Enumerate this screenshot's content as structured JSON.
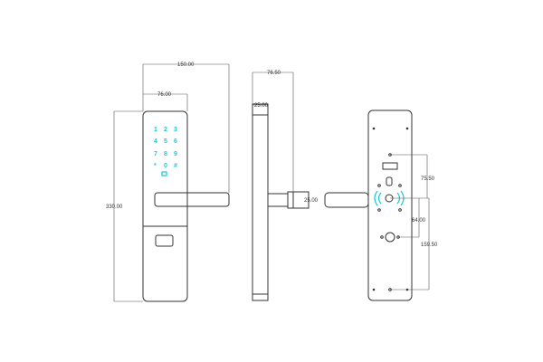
{
  "views": {
    "front": {
      "dimensions": {
        "overall_width": "150.00",
        "plate_width": "76.00",
        "height": "330.00"
      },
      "keypad": [
        "1",
        "2",
        "3",
        "4",
        "5",
        "6",
        "7",
        "8",
        "9",
        "*",
        "0",
        "#"
      ]
    },
    "side": {
      "dimensions": {
        "depth": "76.50",
        "plate_thickness": "25.00",
        "spindle": "25.00"
      }
    },
    "back": {
      "dimensions": {
        "upper_hole": "75.50",
        "cylinder": "64.00",
        "lower_hole": "159.50"
      }
    }
  },
  "colors": {
    "line": "#333333",
    "keypad": "#18c8d8"
  }
}
